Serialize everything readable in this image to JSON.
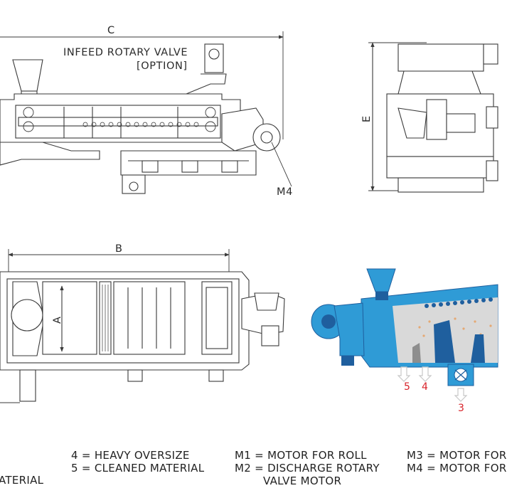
{
  "labels": {
    "dim_c": "C",
    "dim_b": "B",
    "dim_a": "A",
    "dim_e": "E",
    "infeed_line1": "INFEED ROTARY VALVE",
    "infeed_line2": "[OPTION]",
    "m4": "M4"
  },
  "flow_numbers": {
    "n5": "5",
    "n4": "4",
    "n3": "3"
  },
  "legend": {
    "col1_line2": "ATERIAL",
    "col2_line1": "4 = HEAVY OVERSIZE",
    "col2_line2": "5 = CLEANED MATERIAL",
    "col3_line1": "M1 = MOTOR FOR ROLL",
    "col3_line2": "M2 = DISCHARGE ROTARY",
    "col3_line3": "VALVE MOTOR",
    "col4_line1": "M3 = MOTOR FOR",
    "col4_line2": "M4 = MOTOR FOR"
  },
  "colors": {
    "line": "#3a3a3a",
    "machine_blue": "#2f9bd6",
    "machine_dark_blue": "#1f5f9e",
    "interior_gray": "#d9d9d9",
    "flow_red": "#d8232a"
  }
}
